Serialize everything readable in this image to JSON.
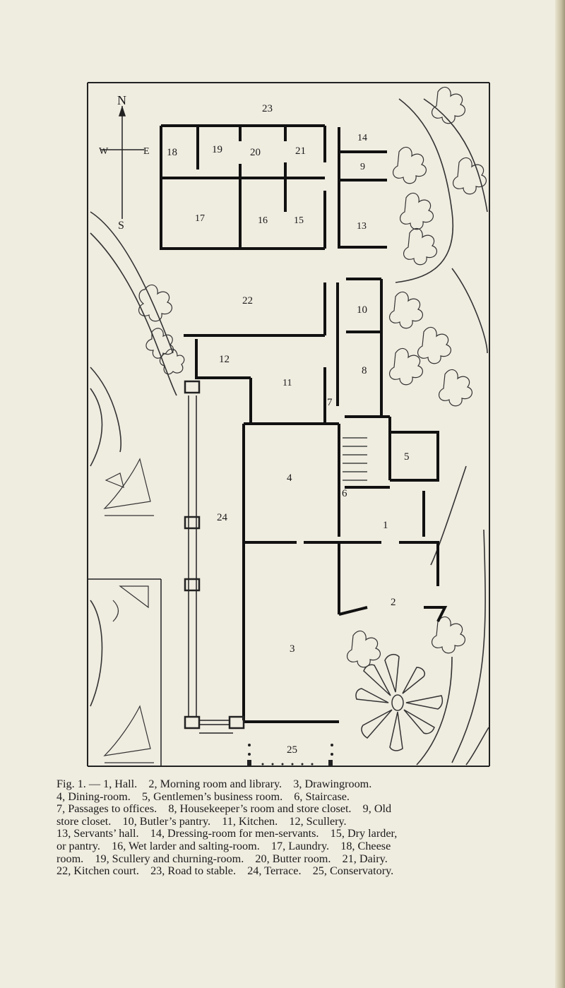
{
  "compass": {
    "north": "N",
    "south": "S",
    "west": "W",
    "east": "E"
  },
  "rooms": [
    {
      "id": "1",
      "label": "1"
    },
    {
      "id": "2",
      "label": "2"
    },
    {
      "id": "3",
      "label": "3"
    },
    {
      "id": "4",
      "label": "4"
    },
    {
      "id": "5",
      "label": "5"
    },
    {
      "id": "6",
      "label": "6"
    },
    {
      "id": "7",
      "label": "7"
    },
    {
      "id": "8",
      "label": "8"
    },
    {
      "id": "9",
      "label": "9"
    },
    {
      "id": "10",
      "label": "10"
    },
    {
      "id": "11",
      "label": "11"
    },
    {
      "id": "12",
      "label": "12"
    },
    {
      "id": "13",
      "label": "13"
    },
    {
      "id": "14",
      "label": "14"
    },
    {
      "id": "15",
      "label": "15"
    },
    {
      "id": "16",
      "label": "16"
    },
    {
      "id": "17",
      "label": "17"
    },
    {
      "id": "18",
      "label": "18"
    },
    {
      "id": "19",
      "label": "19"
    },
    {
      "id": "20",
      "label": "20"
    },
    {
      "id": "21",
      "label": "21"
    },
    {
      "id": "22",
      "label": "22"
    },
    {
      "id": "23",
      "label": "23"
    },
    {
      "id": "24",
      "label": "24"
    },
    {
      "id": "25",
      "label": "25"
    }
  ],
  "caption": {
    "lines": [
      "Fig. 1. — 1, Hall.    2, Morning room and library.    3, Drawingroom.",
      "4, Dining-room.    5, Gentlemen’s business room.    6, Staircase.",
      "7, Passages to offices.    8, Housekeeper’s room and store closet.    9, Old",
      "store closet.    10, Butler’s pantry.    11, Kitchen.    12, Scullery.",
      "13, Servants’ hall.    14, Dressing-room for men-servants.    15, Dry larder,",
      "or pantry.    16, Wet larder and salting-room.    17, Laundry.    18, Cheese",
      "room.    19, Scullery and churning-room.    20, Butter room.    21, Dairy.",
      "22, Kitchen court.    23, Road to stable.    24, Terrace.    25, Conservatory."
    ]
  }
}
